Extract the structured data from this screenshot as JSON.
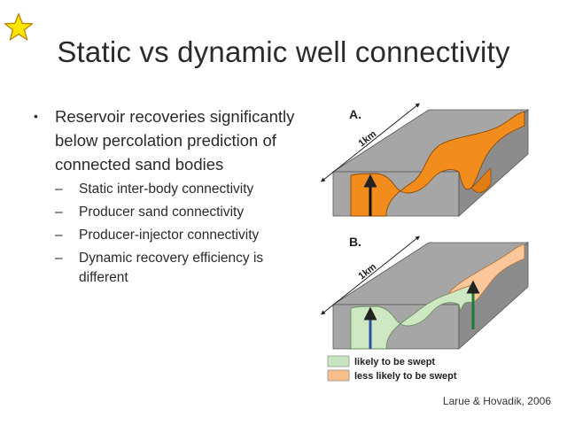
{
  "slide": {
    "title": "Static vs dynamic well connectivity",
    "bullets": [
      {
        "text": "Reservoir recoveries significantly below percolation prediction of connected sand bodies",
        "subs": [
          "Static inter-body connectivity",
          "Producer sand connectivity",
          "Producer-injector connectivity",
          "Dynamic recovery efficiency is different"
        ]
      }
    ],
    "citation": "Larue & Hovadik, 2006"
  },
  "figure": {
    "panel_a": {
      "label": "A.",
      "scale": "1km"
    },
    "panel_b": {
      "label": "B.",
      "scale": "1km"
    },
    "legend": [
      {
        "label": "likely to be swept",
        "color": "#c9e6c0"
      },
      {
        "label": "less likely to be swept",
        "color": "#fbbf8e"
      }
    ]
  },
  "colors": {
    "sand_orange": "#f28c1c",
    "block_gray": "#a6a6a6",
    "swept_green": "#cfe8c4",
    "unswept_orange": "#fcc79b",
    "star": "#ffe600",
    "arrow_blue": "#2f4fa3",
    "arrow_green": "#1c7a3a"
  },
  "icons": {
    "star": "star-icon"
  }
}
